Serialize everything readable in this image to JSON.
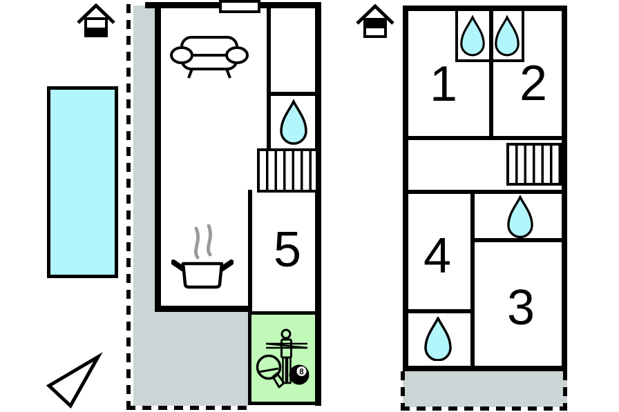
{
  "floor_plan": {
    "ground_floor": {
      "name": "ground-floor",
      "room_labels": {
        "room5": "5"
      }
    },
    "upper_floor": {
      "name": "upper-floor",
      "room_labels": {
        "room1": "1",
        "room2": "2",
        "room3": "3",
        "room4": "4"
      }
    },
    "game_room": {
      "eight_ball_label": "8"
    },
    "colors": {
      "water": "#b2f5fb",
      "terrace": "#cbd5d6",
      "games": "#c1fab8",
      "wall": "#000000",
      "steam": "#9a9a9a"
    },
    "icons": [
      "ground-floor-house-icon",
      "upper-floor-house-icon",
      "swimming-pool",
      "sofa-icon",
      "cooking-pot-icon",
      "steam-icon",
      "water-drop-icon",
      "stairs-icon",
      "window",
      "table-tennis-icon",
      "foosball-player-icon",
      "eight-ball-icon",
      "north-arrow-icon"
    ]
  }
}
